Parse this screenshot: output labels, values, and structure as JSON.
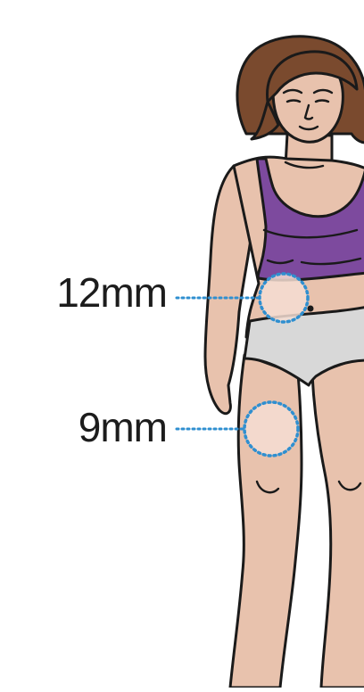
{
  "sites": [
    {
      "label": "12mm"
    },
    {
      "label": "9mm"
    }
  ],
  "colors": {
    "skin": "#e8c2ad",
    "hair": "#7a4a2e",
    "top": "#7d4a9e",
    "underwear": "#d8d8d8",
    "outline": "#1a1a1a",
    "site_fill": "#f4ddd2",
    "dotted_line": "#2f8fd0"
  },
  "icons": [
    "woman-figure-illustration",
    "injection-site-circle",
    "dotted-leader-line"
  ]
}
